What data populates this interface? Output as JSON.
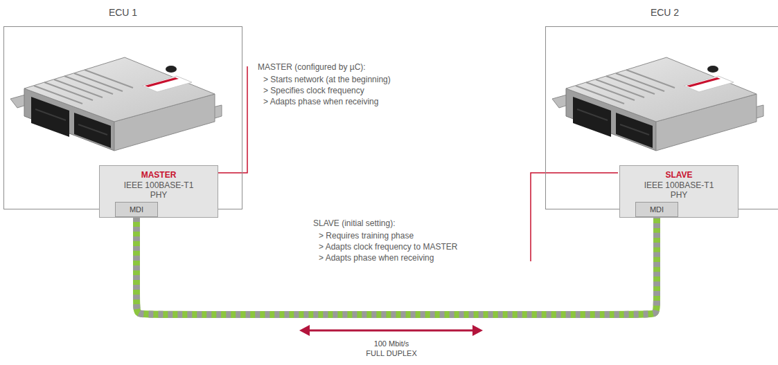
{
  "diagram": {
    "nodes": [
      {
        "text": [
          "ECU 1"
        ]
      },
      {
        "text": [
          "MASTER",
          "IEEE 100BASE-T1 PHY"
        ],
        "in": 0
      },
      {
        "text": [
          "MDI"
        ],
        "in": 1
      },
      {
        "text": [
          "ECU 2"
        ]
      },
      {
        "text": [
          "SLAVE",
          "IEEE 100BASE-T1 PHY"
        ],
        "in": 3
      },
      {
        "text": [
          "MDI"
        ],
        "in": 4
      }
    ],
    "edges": [
      {
        "from": 2,
        "to": 5,
        "arrow": "none"
      }
    ],
    "labels": [
      "MASTER (configured by µC):",
      "> Starts network (at the beginning)",
      "> Specifies clock frequency",
      "> Adapts phase when receiving",
      "SLAVE (initial setting):",
      "> Requires training phase",
      "> Adapts clock frequency to MASTER",
      "> Adapts phase when receiving",
      "100 Mbit/s FULL DUPLEX"
    ]
  }
}
